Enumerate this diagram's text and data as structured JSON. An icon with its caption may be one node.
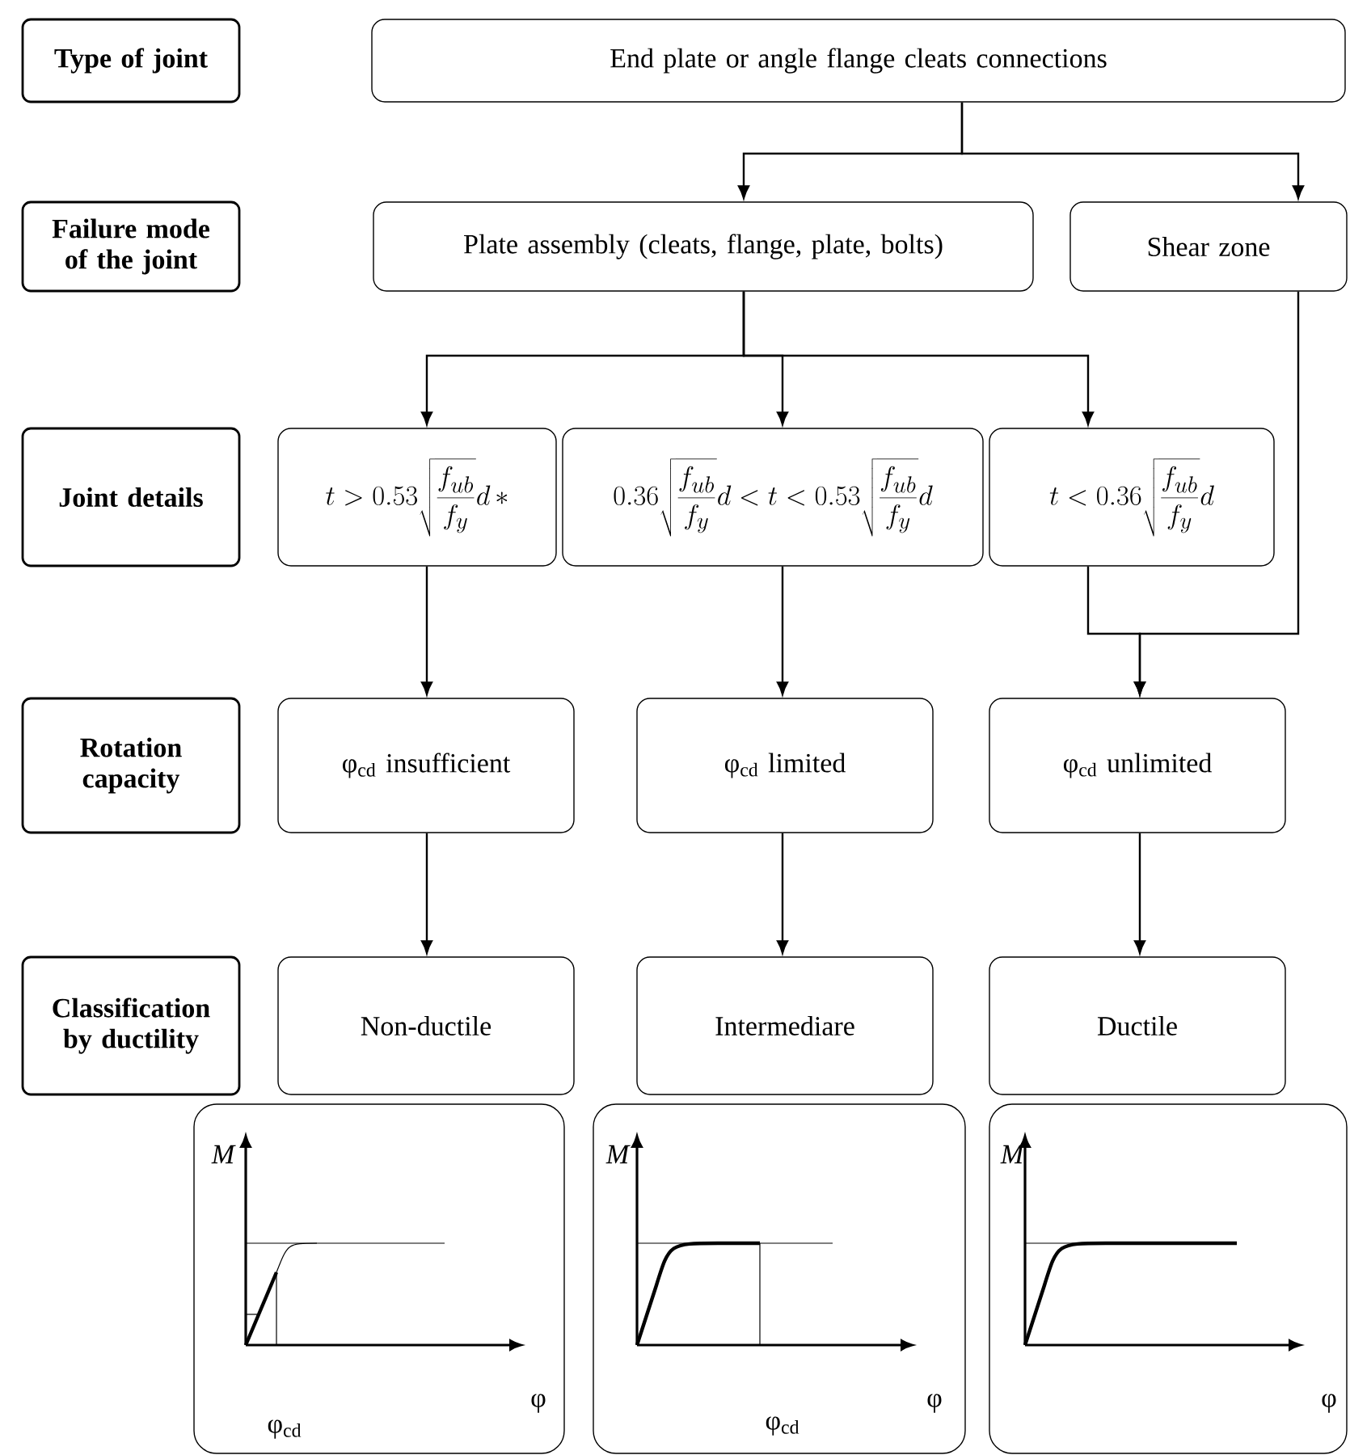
{
  "diagram": {
    "nodes": [
      {
        "text": [
          "Type of joint"
        ]
      },
      {
        "text": [
          "End plate or angle flange cleats connections"
        ]
      },
      {
        "text": [
          "Failure mode of the joint"
        ]
      },
      {
        "text": [
          "Plate assembly (cleats, flange, plate, bolts)"
        ]
      },
      {
        "text": [
          "Shear zone"
        ]
      },
      {
        "text": [
          "Joint details"
        ]
      },
      {
        "text": [
          "t > 0.53\\sqrt{\\frac{f_{ub}}{f_{y}}}d\\,*"
        ]
      },
      {
        "text": [
          "0.36\\sqrt{\\frac{f_{ub}}{f_{y}}}d < t < 0.53\\sqrt{\\frac{f_{ub}}{f_{y}}}d"
        ]
      },
      {
        "text": [
          "t < 0.36\\sqrt{\\frac{f_{ub}}{f_{y}}}d"
        ]
      },
      {
        "text": [
          "Rotation capacity"
        ]
      },
      {
        "text": [
          "φ$_{cd}$ insufficient"
        ]
      },
      {
        "text": [
          "φ$_{cd}$ limited"
        ]
      },
      {
        "text": [
          "φ$_{cd}$ unlimited"
        ]
      },
      {
        "text": [
          "Classification by ductility"
        ]
      },
      {
        "text": [
          "Non-ductile"
        ]
      },
      {
        "text": [
          "Intermediare"
        ]
      },
      {
        "text": [
          "Ductile"
        ]
      },
      {
        "text": [
          "M",
          "φ",
          "φ$_{cd}$"
        ]
      },
      {
        "text": [
          "M",
          "φ$_{cd}$",
          "φ"
        ]
      },
      {
        "text": [
          "M",
          "φ"
        ]
      }
    ],
    "edges": [
      {
        "from": 1,
        "to": 3,
        "arrow": "to"
      },
      {
        "from": 1,
        "to": 4,
        "arrow": "to"
      },
      {
        "from": 3,
        "to": 6,
        "arrow": "to"
      },
      {
        "from": 3,
        "to": 7,
        "arrow": "to"
      },
      {
        "from": 3,
        "to": 8,
        "arrow": "to"
      },
      {
        "from": 6,
        "to": 10,
        "arrow": "to"
      },
      {
        "from": 7,
        "to": 11,
        "arrow": "to"
      },
      {
        "from": 8,
        "to": 12,
        "arrow": "to"
      },
      {
        "from": 4,
        "to": 12,
        "arrow": "to"
      },
      {
        "from": 10,
        "to": 14,
        "arrow": "to"
      },
      {
        "from": 11,
        "to": 15,
        "arrow": "to"
      },
      {
        "from": 12,
        "to": 16,
        "arrow": "to"
      }
    ]
  }
}
